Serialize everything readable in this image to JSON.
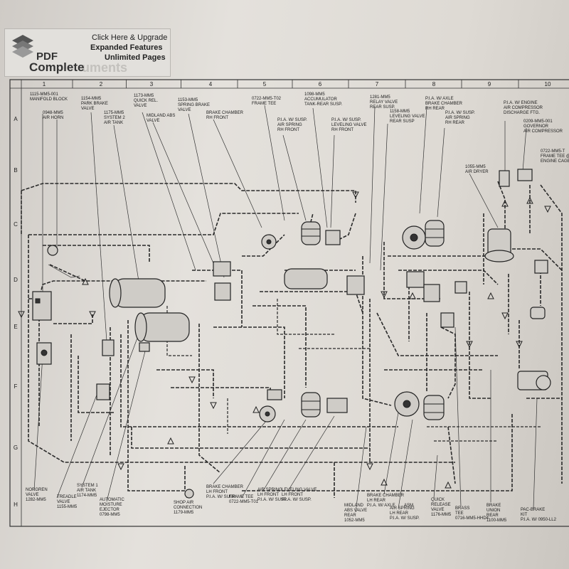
{
  "watermark": {
    "line1": "Click Here & Upgrade",
    "line2": "Expanded Features",
    "line3": "Unlimited Pages",
    "brand1": "PDF",
    "brand2": "Complete",
    "ghost": "uments"
  },
  "grid": {
    "columns": [
      "1",
      "2",
      "3",
      "4",
      "5",
      "6",
      "7",
      "8",
      "9",
      "10"
    ],
    "rows": [
      "A",
      "B",
      "C",
      "D",
      "E",
      "F",
      "G",
      "H"
    ]
  },
  "top_labels": [
    {
      "lines": [
        "1115-MM5-001",
        "MANIFOLD BLOCK"
      ]
    },
    {
      "lines": [
        "0948-MM5",
        "AIR HORN"
      ]
    },
    {
      "lines": [
        "1154-MM5",
        "PARK BRAKE",
        "VALVE"
      ]
    },
    {
      "lines": [
        "1175-MM5",
        "SYSTEM 2",
        "AIR TANK"
      ]
    },
    {
      "lines": [
        "1173-MM5",
        "QUICK REL.",
        "VALVE"
      ]
    },
    {
      "lines": [
        "MIDLAND ABS",
        "VALVE"
      ]
    },
    {
      "lines": [
        "1153-MM5",
        "SPRING BRAKE",
        "VALVE"
      ]
    },
    {
      "lines": [
        "BRAKE CHAMBER",
        "RH FRONT"
      ]
    },
    {
      "lines": [
        "0722-MM5-T02",
        "FRAME TEE"
      ]
    },
    {
      "lines": [
        "P.I.A. W/ SUSP.",
        "AIR SPRING",
        "RH FRONT"
      ]
    },
    {
      "lines": [
        "1098-MM5",
        "ACCUMULATOR",
        "TANK-REAR SUSP."
      ]
    },
    {
      "lines": [
        "P.I.A. W/ SUSP.",
        "LEVELING VALVE",
        "RH FRONT"
      ]
    },
    {
      "lines": [
        "1281-MM5",
        "RELAY VALVE",
        "REAR SUSP."
      ]
    },
    {
      "lines": [
        "1158-MM5",
        "LEVELING VALVE",
        "REAR SUSP"
      ]
    },
    {
      "lines": [
        "P.I.A. W/ AXLE",
        "BRAKE CHAMBER",
        "RH REAR"
      ]
    },
    {
      "lines": [
        "P.I.A. W/ SUSP.",
        "AIR SPRING",
        "RH REAR"
      ]
    },
    {
      "lines": [
        "P.I.A. W/ ENGINE",
        "AIR COMPRESSOR",
        "DISCHARGE FTG."
      ]
    },
    {
      "lines": [
        "0209-MM5-001",
        "GOVERNOR",
        "AIR COMPRESSOR"
      ]
    },
    {
      "lines": [
        "0722-MM5-T",
        "FRAME TEE @",
        "ENGINE CAGE"
      ]
    },
    {
      "lines": [
        "1055-MM5",
        "AIR DRYER"
      ]
    }
  ],
  "bottom_labels": [
    {
      "lines": [
        "NORGREN",
        "VALVE",
        "1282-MM5"
      ]
    },
    {
      "lines": [
        "TREADLE",
        "VALVE",
        "1155-MM5"
      ]
    },
    {
      "lines": [
        "SYSTEM 1",
        "AIR TANK",
        "1174-MM5"
      ]
    },
    {
      "lines": [
        "AUTOMATIC",
        "MOISTURE",
        "EJECTOR",
        "0798-MM5"
      ]
    },
    {
      "lines": [
        "SHOP AIR",
        "CONNECTION",
        "1179-MM5"
      ]
    },
    {
      "lines": [
        "BRAKE CHAMBER",
        "LH FRONT",
        "P.I.A. W/ SUSP."
      ]
    },
    {
      "lines": [
        "FRAME TEE",
        "0722-MM5-T01"
      ]
    },
    {
      "lines": [
        "AIR SPRING",
        "LH FRONT",
        "P.I.A. W/ SUSP."
      ]
    },
    {
      "lines": [
        "LEVELING VALVE",
        "LH FRONT",
        "P.I.A. W/ SUSP."
      ]
    },
    {
      "lines": [
        "MIDLAND",
        "ABS VALVE",
        "REAR",
        "1052-MM5"
      ]
    },
    {
      "lines": [
        "BRAKE CHAMBER",
        "LH REAR",
        "P.I.A. W/ AXLE"
      ]
    },
    {
      "lines": [
        "ASM."
      ]
    },
    {
      "lines": [
        "AIR SPRING",
        "LH REAR",
        "P.I.A. W/ SUSP."
      ]
    },
    {
      "lines": [
        "QUICK",
        "RELEASE",
        "VALVE",
        "1176-MM5"
      ]
    },
    {
      "lines": [
        "BRASS",
        "TEE",
        "0716-MM5-HHD4"
      ]
    },
    {
      "lines": [
        "BRAKE",
        "UNION",
        "REAR",
        "1100-MM5"
      ]
    },
    {
      "lines": [
        "PAC-BRAKE",
        "KIT",
        "P.I.A. W/ 0950-LL2"
      ]
    }
  ]
}
